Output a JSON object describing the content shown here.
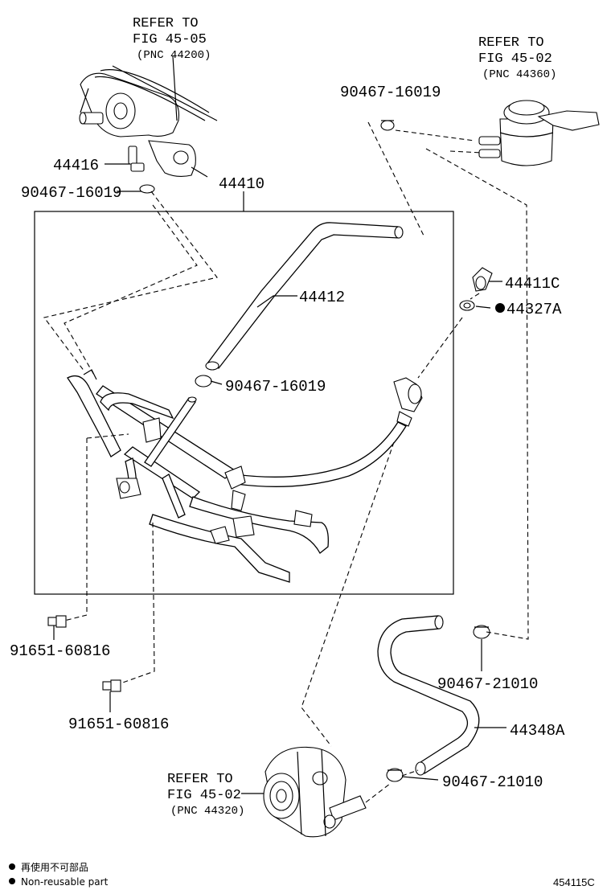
{
  "refs": {
    "top_left": {
      "line1": "REFER TO",
      "line2": "FIG 45-05",
      "line3": "(PNC 44200)"
    },
    "top_right": {
      "line1": "REFER TO",
      "line2": "FIG 45-02",
      "line3": "(PNC 44360)"
    },
    "bottom_left": {
      "line1": "REFER TO",
      "line2": "FIG 45-02",
      "line3": "(PNC 44320)"
    }
  },
  "parts": {
    "p44416": "44416",
    "clamp_left": "90467-16019",
    "clamp_top": "90467-16019",
    "assy": "44410",
    "hose": "44412",
    "clamp_mid": "90467-16019",
    "union": "44411C",
    "gasket": "44327A",
    "bolt1": "91651-60816",
    "bolt2": "91651-60816",
    "clamp_low": "90467-21010",
    "return_hose": "44348A",
    "clamp_pump": "90467-21010"
  },
  "legend": {
    "cn": "再使用不可部品",
    "en": "Non-reusable part"
  },
  "figure_id": "454115C"
}
